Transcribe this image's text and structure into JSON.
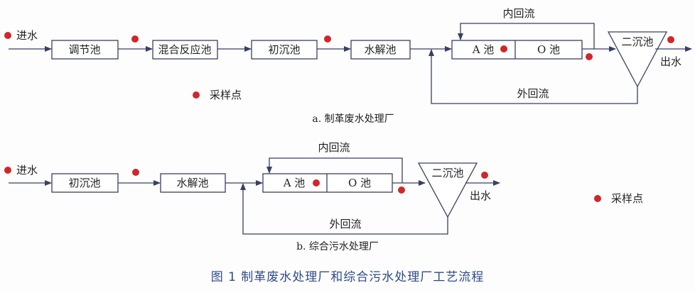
{
  "a": {
    "inlet": "进水",
    "tanks": [
      "调节池",
      "混合反应池",
      "初沉池",
      "水解池"
    ],
    "tank_a": "A 池",
    "tank_o": "O 池",
    "clarifier": "二沉池",
    "internal_return": "内回流",
    "external_return": "外回流",
    "outlet": "出水",
    "legend": "采样点",
    "caption": "a. 制革废水处理厂"
  },
  "b": {
    "inlet": "进水",
    "tanks": [
      "初沉池",
      "水解池"
    ],
    "tank_a": "A 池",
    "tank_o": "O 池",
    "clarifier": "二沉池",
    "internal_return": "内回流",
    "external_return": "外回流",
    "outlet": "出水",
    "legend": "采样点",
    "caption": "b. 综合污水处理厂"
  },
  "figure_caption": "图 1    制革废水处理厂和综合污水处理厂工艺流程",
  "colors": {
    "line": "#3a3f63",
    "sample_point": "#d1262b",
    "caption": "#2f4a86"
  }
}
